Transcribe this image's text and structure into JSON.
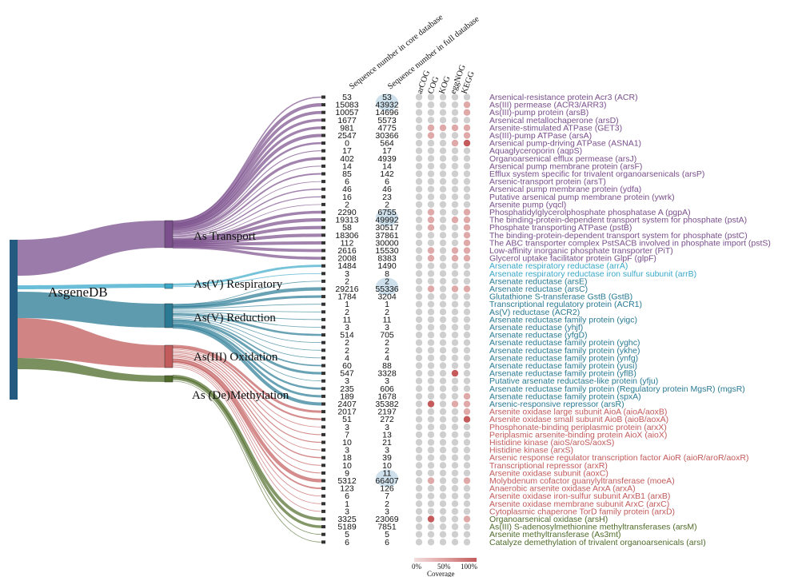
{
  "root": "AsgeneDB",
  "headers": {
    "core": "Sequence number in core database",
    "full": "Sequence number in full database"
  },
  "databases": [
    "arCOG",
    "COG",
    "KOG",
    "eggNOG",
    "KEGG"
  ],
  "legend": {
    "ticks": [
      "0%",
      "50%",
      "100%"
    ],
    "title": "Coverage"
  },
  "colors": {
    "transport": "#7a4f8c",
    "respiratory": "#3aa8c9",
    "reduction": "#2a7a94",
    "oxidation": "#c25b5b",
    "methylation": "#4f6b2a",
    "root": "#255a80",
    "dot": "#cfcfcf",
    "dot_mid": "#e0a9a9",
    "dot_high": "#c55a5a"
  },
  "categories": [
    {
      "key": "transport",
      "label": "As Transport",
      "start": 0,
      "end": 21
    },
    {
      "key": "respiratory",
      "label": "As(V) Respiratory",
      "start": 22,
      "end": 23
    },
    {
      "key": "reduction",
      "label": "As(V) Reduction",
      "start": 24,
      "end": 40
    },
    {
      "key": "oxidation",
      "label": "As(III) Oxidation",
      "start": 41,
      "end": 54
    },
    {
      "key": "methylation",
      "label": "As (De)Methylation",
      "start": 55,
      "end": 58
    }
  ],
  "genes": [
    {
      "core": "53",
      "full": "53",
      "name": "Arsenical-resistance protein Acr3 (ACR)",
      "cat": "transport",
      "cov": [
        0,
        0,
        0,
        0,
        0
      ]
    },
    {
      "core": "15083",
      "full": "43932",
      "name": "As(III) permease (ACR3/ARR3)",
      "cat": "transport",
      "cov": [
        0,
        0,
        0,
        0,
        1
      ]
    },
    {
      "core": "10057",
      "full": "14696",
      "name": "As(III)-pump protein (arsB)",
      "cat": "transport",
      "cov": [
        0,
        0,
        0,
        0,
        1
      ]
    },
    {
      "core": "1677",
      "full": "5573",
      "name": "Arsenical metallochaperone (arsD)",
      "cat": "transport",
      "cov": [
        0,
        0,
        0,
        0,
        0
      ]
    },
    {
      "core": "981",
      "full": "4775",
      "name": "Arsenite-stimulated ATPase (GET3)",
      "cat": "transport",
      "cov": [
        0,
        1,
        1,
        1,
        1
      ]
    },
    {
      "core": "2547",
      "full": "30366",
      "name": "As(III)-pump ATPase (arsA)",
      "cat": "transport",
      "cov": [
        0,
        1,
        0,
        0,
        1
      ]
    },
    {
      "core": "0",
      "full": "564",
      "name": "Arsenical pump-driving ATPase (ASNA1)",
      "cat": "transport",
      "cov": [
        0,
        0,
        0,
        1,
        2
      ]
    },
    {
      "core": "17",
      "full": "17",
      "name": "Aquaglyceroporin (aqpS)",
      "cat": "transport",
      "cov": [
        0,
        0,
        0,
        0,
        0
      ]
    },
    {
      "core": "402",
      "full": "4939",
      "name": "Organoarsenical efflux permease (arsJ)",
      "cat": "transport",
      "cov": [
        0,
        0,
        0,
        0,
        0
      ]
    },
    {
      "core": "14",
      "full": "14",
      "name": "Arsenical pump membrane protein (arsF)",
      "cat": "transport",
      "cov": [
        0,
        0,
        0,
        0,
        0
      ]
    },
    {
      "core": "85",
      "full": "142",
      "name": "Efflux system specific for trivalent organoarsenicals (arsP)",
      "cat": "transport",
      "cov": [
        0,
        0,
        0,
        0,
        0
      ]
    },
    {
      "core": "6",
      "full": "6",
      "name": "Arsenic-transport protein (arsT)",
      "cat": "transport",
      "cov": [
        0,
        0,
        0,
        0,
        0
      ]
    },
    {
      "core": "46",
      "full": "46",
      "name": "Arsenical pump membrane protein (ydfa)",
      "cat": "transport",
      "cov": [
        0,
        0,
        0,
        0,
        0
      ]
    },
    {
      "core": "16",
      "full": "23",
      "name": "Putative arsenical pump membrane protein (ywrk)",
      "cat": "transport",
      "cov": [
        0,
        0,
        0,
        0,
        0
      ]
    },
    {
      "core": "2",
      "full": "2",
      "name": "Arsenite pump (yqcl)",
      "cat": "transport",
      "cov": [
        0,
        0,
        0,
        0,
        0
      ]
    },
    {
      "core": "2290",
      "full": "6755",
      "name": "Phosphatidylglycerolphosphate phosphatase A (pgpA)",
      "cat": "transport",
      "cov": [
        0,
        1,
        0,
        0,
        1
      ]
    },
    {
      "core": "19313",
      "full": "49992",
      "name": "The binding-protein-dependent transport system for phosphate (pstA)",
      "cat": "transport",
      "cov": [
        0,
        1,
        0,
        1,
        1
      ]
    },
    {
      "core": "58",
      "full": "30517",
      "name": "Phosphate transporting ATPase (pstB)",
      "cat": "transport",
      "cov": [
        0,
        1,
        0,
        0,
        1
      ]
    },
    {
      "core": "18306",
      "full": "37861",
      "name": "The binding-protein-dependent transport system for phosphate (pstC)",
      "cat": "transport",
      "cov": [
        0,
        0,
        0,
        0,
        1
      ]
    },
    {
      "core": "112",
      "full": "30000",
      "name": "The ABC transporter complex PstSACB involved in phosphate import (pstS)",
      "cat": "transport",
      "cov": [
        0,
        0,
        0,
        0,
        1
      ]
    },
    {
      "core": "2616",
      "full": "15530",
      "name": "Low-affinity inorganic phosphate transporter (PiT)",
      "cat": "transport",
      "cov": [
        0,
        1,
        0,
        1,
        1
      ]
    },
    {
      "core": "2008",
      "full": "8383",
      "name": "Glycerol uptake facilitator protein GlpF (glpF)",
      "cat": "transport",
      "cov": [
        0,
        1,
        0,
        1,
        1
      ]
    },
    {
      "core": "1484",
      "full": "1490",
      "name": "Arsenate respiratory reductase (arrA)",
      "cat": "respiratory",
      "cov": [
        0,
        0,
        0,
        0,
        0
      ]
    },
    {
      "core": "3",
      "full": "8",
      "name": "Arsenate respiratory reductase iron sulfur subunit (arrB)",
      "cat": "respiratory",
      "cov": [
        0,
        0,
        0,
        0,
        0
      ]
    },
    {
      "core": "2",
      "full": "2",
      "name": "Arsenate reductase (arsE)",
      "cat": "reduction",
      "cov": [
        0,
        0,
        0,
        0,
        0
      ]
    },
    {
      "core": "29216",
      "full": "55336",
      "name": "Arsenate reductase (arsC)",
      "cat": "reduction",
      "cov": [
        0,
        1,
        0,
        1,
        1
      ]
    },
    {
      "core": "1784",
      "full": "3204",
      "name": "Glutathione S-transferase GstB (GstB)",
      "cat": "reduction",
      "cov": [
        0,
        0,
        0,
        0,
        0
      ]
    },
    {
      "core": "1",
      "full": "1",
      "name": "Transcriptional regulatory protein (ACR1)",
      "cat": "reduction",
      "cov": [
        0,
        0,
        0,
        0,
        0
      ]
    },
    {
      "core": "2",
      "full": "2",
      "name": "As(V) reductase (ACR2)",
      "cat": "reduction",
      "cov": [
        0,
        0,
        0,
        0,
        0
      ]
    },
    {
      "core": "11",
      "full": "11",
      "name": "Arsenate reductase family protein (yigc)",
      "cat": "reduction",
      "cov": [
        0,
        0,
        0,
        0,
        0
      ]
    },
    {
      "core": "3",
      "full": "3",
      "name": "Arsenate reductase (yhjf)",
      "cat": "reduction",
      "cov": [
        0,
        0,
        0,
        0,
        0
      ]
    },
    {
      "core": "514",
      "full": "705",
      "name": "Arsenate reductase (yfgD)",
      "cat": "reduction",
      "cov": [
        0,
        0,
        0,
        0,
        0
      ]
    },
    {
      "core": "2",
      "full": "2",
      "name": "Arsenate reductase family protein (yghc)",
      "cat": "reduction",
      "cov": [
        0,
        0,
        0,
        0,
        0
      ]
    },
    {
      "core": "2",
      "full": "2",
      "name": "Arsenate reductase family protein (ykhe)",
      "cat": "reduction",
      "cov": [
        0,
        0,
        0,
        0,
        0
      ]
    },
    {
      "core": "4",
      "full": "4",
      "name": "Arsenate reductase family protein (ynfg)",
      "cat": "reduction",
      "cov": [
        0,
        0,
        0,
        0,
        0
      ]
    },
    {
      "core": "60",
      "full": "88",
      "name": "Arsenate reductase family protein (yusi)",
      "cat": "reduction",
      "cov": [
        0,
        0,
        0,
        0,
        0
      ]
    },
    {
      "core": "547",
      "full": "3328",
      "name": "Arsenate reductase family protein (yflB)",
      "cat": "reduction",
      "cov": [
        0,
        0,
        0,
        2,
        0
      ]
    },
    {
      "core": "3",
      "full": "3",
      "name": "Putative arsenate reductase-like protein (yfju)",
      "cat": "reduction",
      "cov": [
        0,
        0,
        0,
        0,
        0
      ]
    },
    {
      "core": "235",
      "full": "606",
      "name": "Arsenate reductase family protein (Regulatory protein MgsR) (mgsR)",
      "cat": "reduction",
      "cov": [
        0,
        0,
        0,
        0,
        0
      ]
    },
    {
      "core": "189",
      "full": "1678",
      "name": "Arsenate reductase family protein (spxA)",
      "cat": "reduction",
      "cov": [
        0,
        0,
        0,
        0,
        1
      ]
    },
    {
      "core": "2407",
      "full": "35382",
      "name": "Arsenic-responsive repressor (arsR)",
      "cat": "reduction",
      "cov": [
        0,
        2,
        0,
        1,
        1
      ]
    },
    {
      "core": "2017",
      "full": "2197",
      "name": "Arsenite oxidase large subunit AioA (aioA/aoxB)",
      "cat": "oxidation",
      "cov": [
        0,
        0,
        0,
        0,
        1
      ]
    },
    {
      "core": "51",
      "full": "272",
      "name": "Arsenite oxidase small subunit AioB (aioB/aoxA)",
      "cat": "oxidation",
      "cov": [
        0,
        0,
        0,
        0,
        2
      ]
    },
    {
      "core": "3",
      "full": "3",
      "name": "Phosphonate-binding periplasmic protein (arxX)",
      "cat": "oxidation",
      "cov": [
        0,
        0,
        0,
        0,
        0
      ]
    },
    {
      "core": "7",
      "full": "13",
      "name": "Periplasmic arsenite-binding protein AioX (aioX)",
      "cat": "oxidation",
      "cov": [
        0,
        0,
        0,
        0,
        0
      ]
    },
    {
      "core": "10",
      "full": "21",
      "name": "Histidine kinase (aioS/aroS/aoxS)",
      "cat": "oxidation",
      "cov": [
        0,
        0,
        0,
        0,
        0
      ]
    },
    {
      "core": "3",
      "full": "3",
      "name": "Histidine kinase (arxS)",
      "cat": "oxidation",
      "cov": [
        0,
        0,
        0,
        0,
        0
      ]
    },
    {
      "core": "18",
      "full": "39",
      "name": "Arsenic response regulator transcription factor AioR (aioR/aroR/aoxR)",
      "cat": "oxidation",
      "cov": [
        0,
        0,
        0,
        0,
        0
      ]
    },
    {
      "core": "10",
      "full": "10",
      "name": "Transcriptional repressor (arxR)",
      "cat": "oxidation",
      "cov": [
        0,
        0,
        0,
        0,
        0
      ]
    },
    {
      "core": "9",
      "full": "11",
      "name": "Arsenite oxidase subunit (aoxC)",
      "cat": "oxidation",
      "cov": [
        0,
        0,
        0,
        0,
        0
      ]
    },
    {
      "core": "5312",
      "full": "66407",
      "name": "Molybdenum cofactor guanylyltransferase (moeA)",
      "cat": "oxidation",
      "cov": [
        0,
        1,
        0,
        0,
        1
      ]
    },
    {
      "core": "123",
      "full": "126",
      "name": "Anaerobic arsenite oxidase ArxA (arxA)",
      "cat": "oxidation",
      "cov": [
        0,
        0,
        0,
        0,
        0
      ]
    },
    {
      "core": "6",
      "full": "7",
      "name": "Arsenite oxidase iron-sulfur subunit ArxB1 (arxB)",
      "cat": "oxidation",
      "cov": [
        0,
        0,
        0,
        0,
        0
      ]
    },
    {
      "core": "1",
      "full": "2",
      "name": "Arsenite oxidase membrane subunit ArxC (arxC)",
      "cat": "oxidation",
      "cov": [
        0,
        0,
        0,
        0,
        0
      ]
    },
    {
      "core": "3",
      "full": "3",
      "name": "Cytoplasmic chaperone TorD family protein (arxD)",
      "cat": "oxidation",
      "cov": [
        0,
        0,
        0,
        0,
        0
      ]
    },
    {
      "core": "3325",
      "full": "23069",
      "name": "Organoarsenical oxidase (arsH)",
      "cat": "methylation",
      "cov": [
        0,
        2,
        0,
        0,
        1
      ]
    },
    {
      "core": "5189",
      "full": "7851",
      "name": "As(III) S-adenosylmethionine methyltransferases (arsM)",
      "cat": "methylation",
      "cov": [
        0,
        0,
        0,
        0,
        0
      ]
    },
    {
      "core": "5",
      "full": "5",
      "name": "Arsenite methyltransferase (As3mt)",
      "cat": "methylation",
      "cov": [
        0,
        0,
        0,
        0,
        0
      ]
    },
    {
      "core": "6",
      "full": "6",
      "name": "Catalyze demethylation of trivalent organoarsenicals (arsI)",
      "cat": "methylation",
      "cov": [
        0,
        0,
        0,
        0,
        0
      ]
    }
  ]
}
